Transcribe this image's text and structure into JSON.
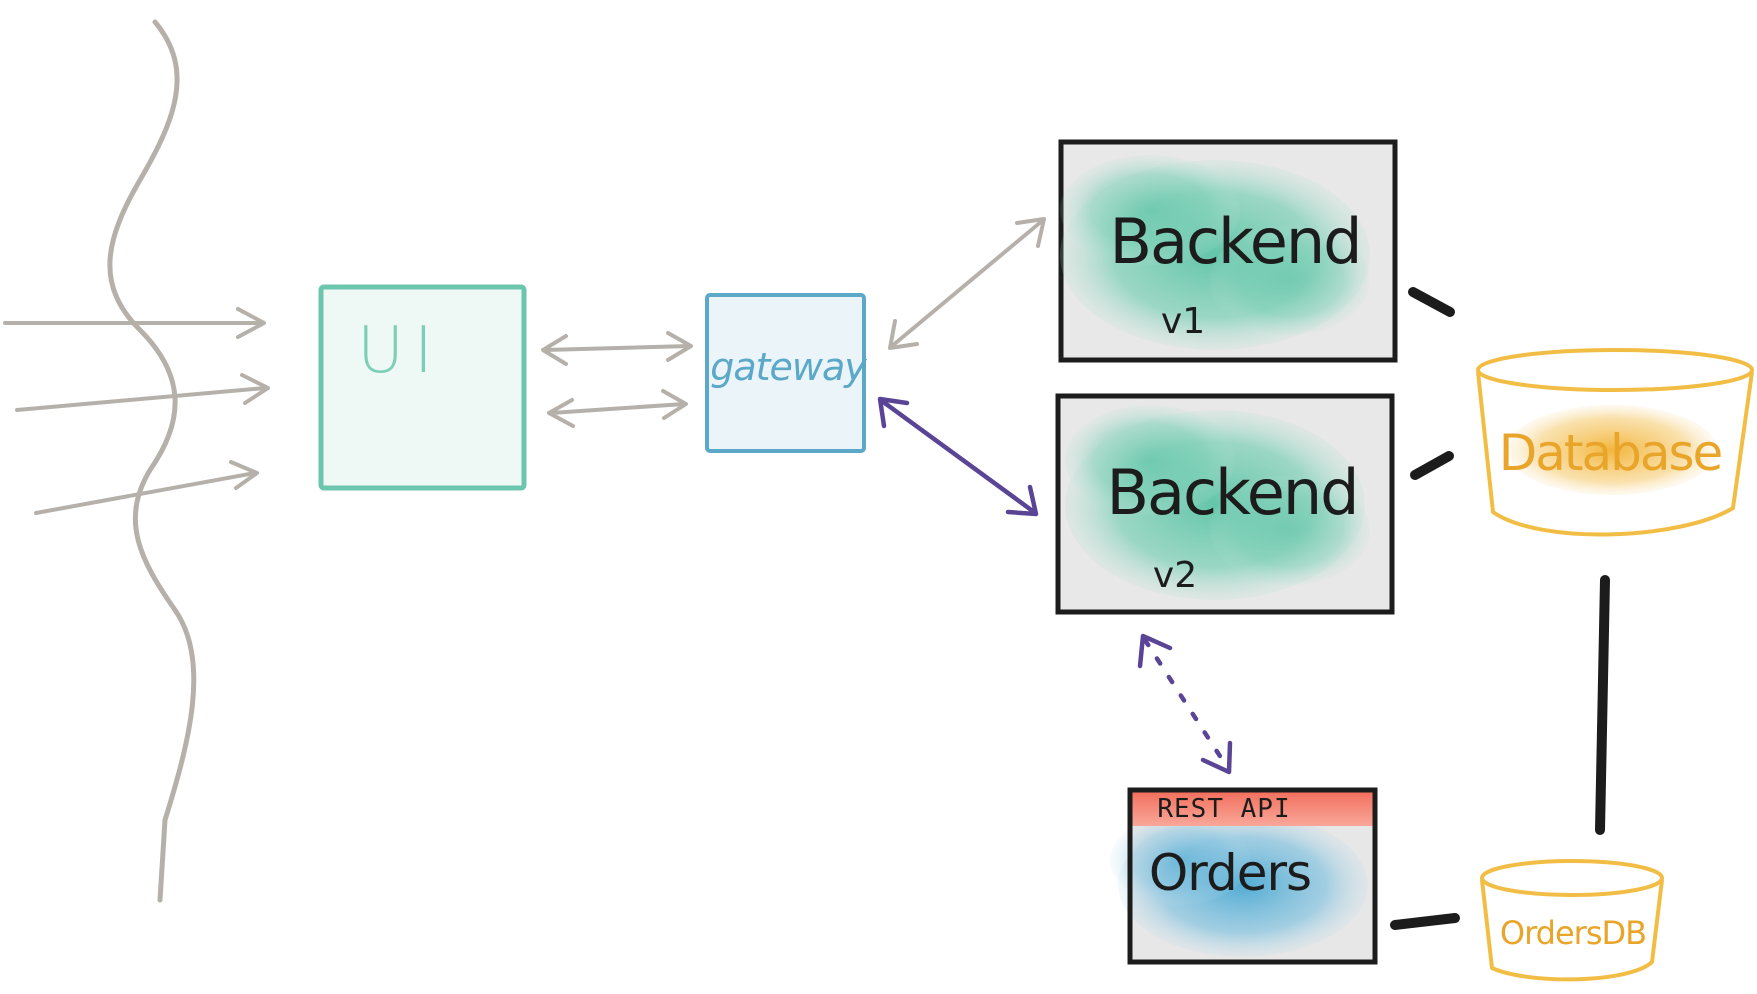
{
  "nodes": {
    "ui": {
      "label": "UI"
    },
    "gateway": {
      "label": "gateway"
    },
    "backend_v1": {
      "label": "Backend",
      "version": "v1"
    },
    "backend_v2": {
      "label": "Backend",
      "version": "v2"
    },
    "database": {
      "label": "Database"
    },
    "orders": {
      "label": "Orders",
      "tag": "REST API"
    },
    "orders_db": {
      "label": "OrdersDB"
    }
  },
  "colors": {
    "ui": "#6cc5ad",
    "gateway": "#5ba8c8",
    "backend_fill": "#e7e7e7",
    "backend_blob": "#67c8ac",
    "database": "#f2bd45",
    "orders_header": "#f47a68",
    "orders_blob": "#5bb3d6",
    "arrow_grey": "#b5b1aa",
    "arrow_purple": "#5a4495",
    "ink": "#1c1c1c"
  }
}
